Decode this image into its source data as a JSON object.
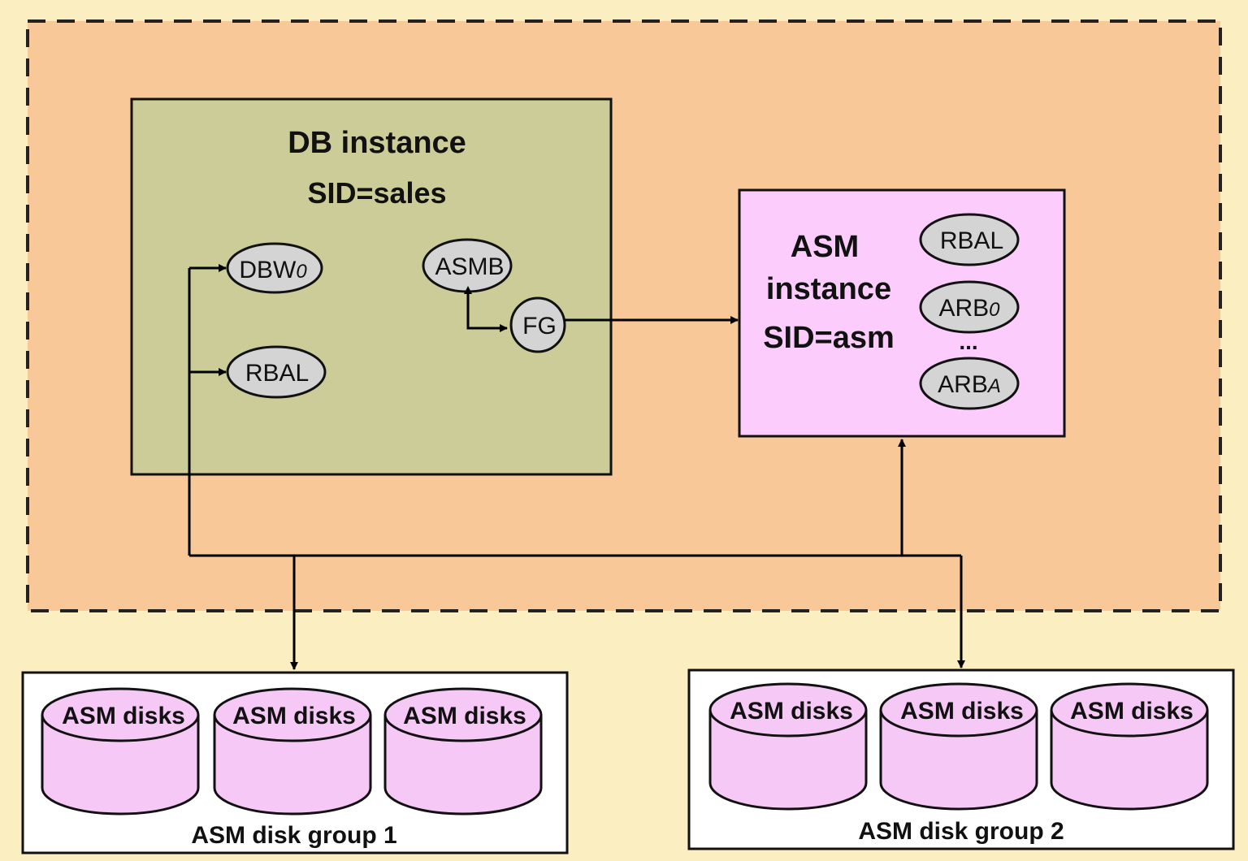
{
  "colors": {
    "page_bg": "#fbeec0",
    "host_bg": "#f8c898",
    "db_instance_bg": "#cccc99",
    "asm_instance_bg": "#fcccfc",
    "process_bg": "#d4d4d4",
    "disk_bg": "#f6c8f6"
  },
  "db_instance": {
    "title": "DB instance",
    "sid": "SID=sales",
    "processes": {
      "dbw": "DBW",
      "dbw_sub": "0",
      "rbal": "RBAL",
      "asmb": "ASMB",
      "fg": "FG"
    }
  },
  "asm_instance": {
    "title_line1": "ASM",
    "title_line2": "instance",
    "sid": "SID=asm",
    "processes": {
      "rbal": "RBAL",
      "arb0": "ARB",
      "arb0_sub": "0",
      "ellipsis": "...",
      "arba": "ARB",
      "arba_sub": "A"
    }
  },
  "disk_groups": [
    {
      "name": "ASM disk group 1",
      "disks": [
        "ASM disks",
        "ASM disks",
        "ASM disks"
      ]
    },
    {
      "name": "ASM disk group 2",
      "disks": [
        "ASM disks",
        "ASM disks",
        "ASM disks"
      ]
    }
  ]
}
